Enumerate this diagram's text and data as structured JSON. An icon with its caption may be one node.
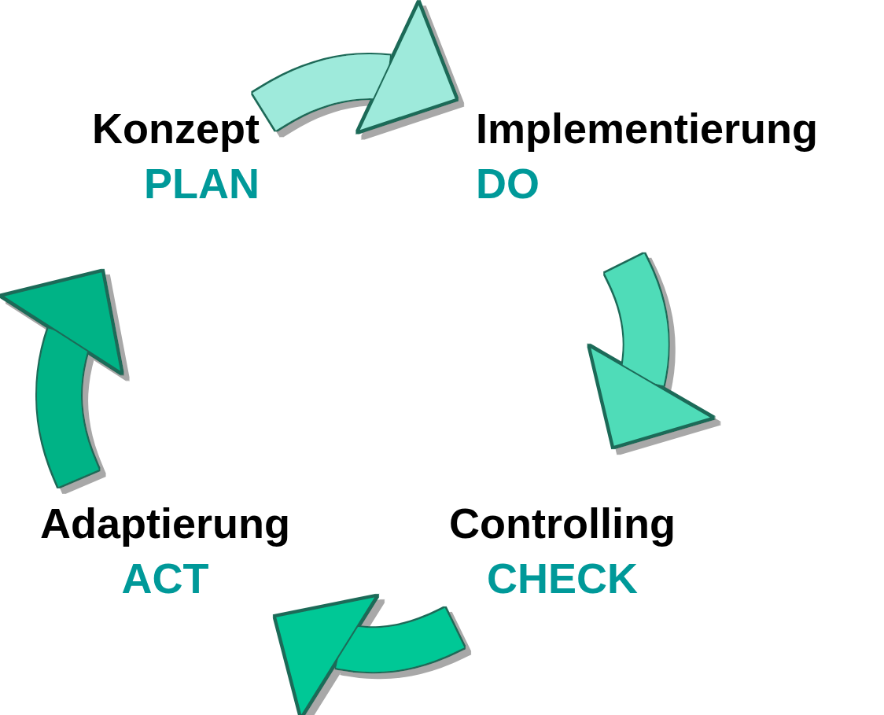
{
  "diagram": {
    "nodes": [
      {
        "text": [
          "Konzept",
          "PLAN"
        ]
      },
      {
        "text": [
          "Implementierung",
          "DO"
        ]
      },
      {
        "text": [
          "Controlling",
          "CHECK"
        ]
      },
      {
        "text": [
          "Adaptierung",
          "ACT"
        ]
      }
    ],
    "edges": [
      {
        "from": 0,
        "to": 1,
        "arrow": "to",
        "color": "#9eeadb"
      },
      {
        "from": 1,
        "to": 2,
        "arrow": "to",
        "color": "#4fdcb8"
      },
      {
        "from": 2,
        "to": 3,
        "arrow": "to",
        "color": "#00c896"
      },
      {
        "from": 3,
        "to": 0,
        "arrow": "to",
        "color": "#00b386"
      }
    ]
  }
}
